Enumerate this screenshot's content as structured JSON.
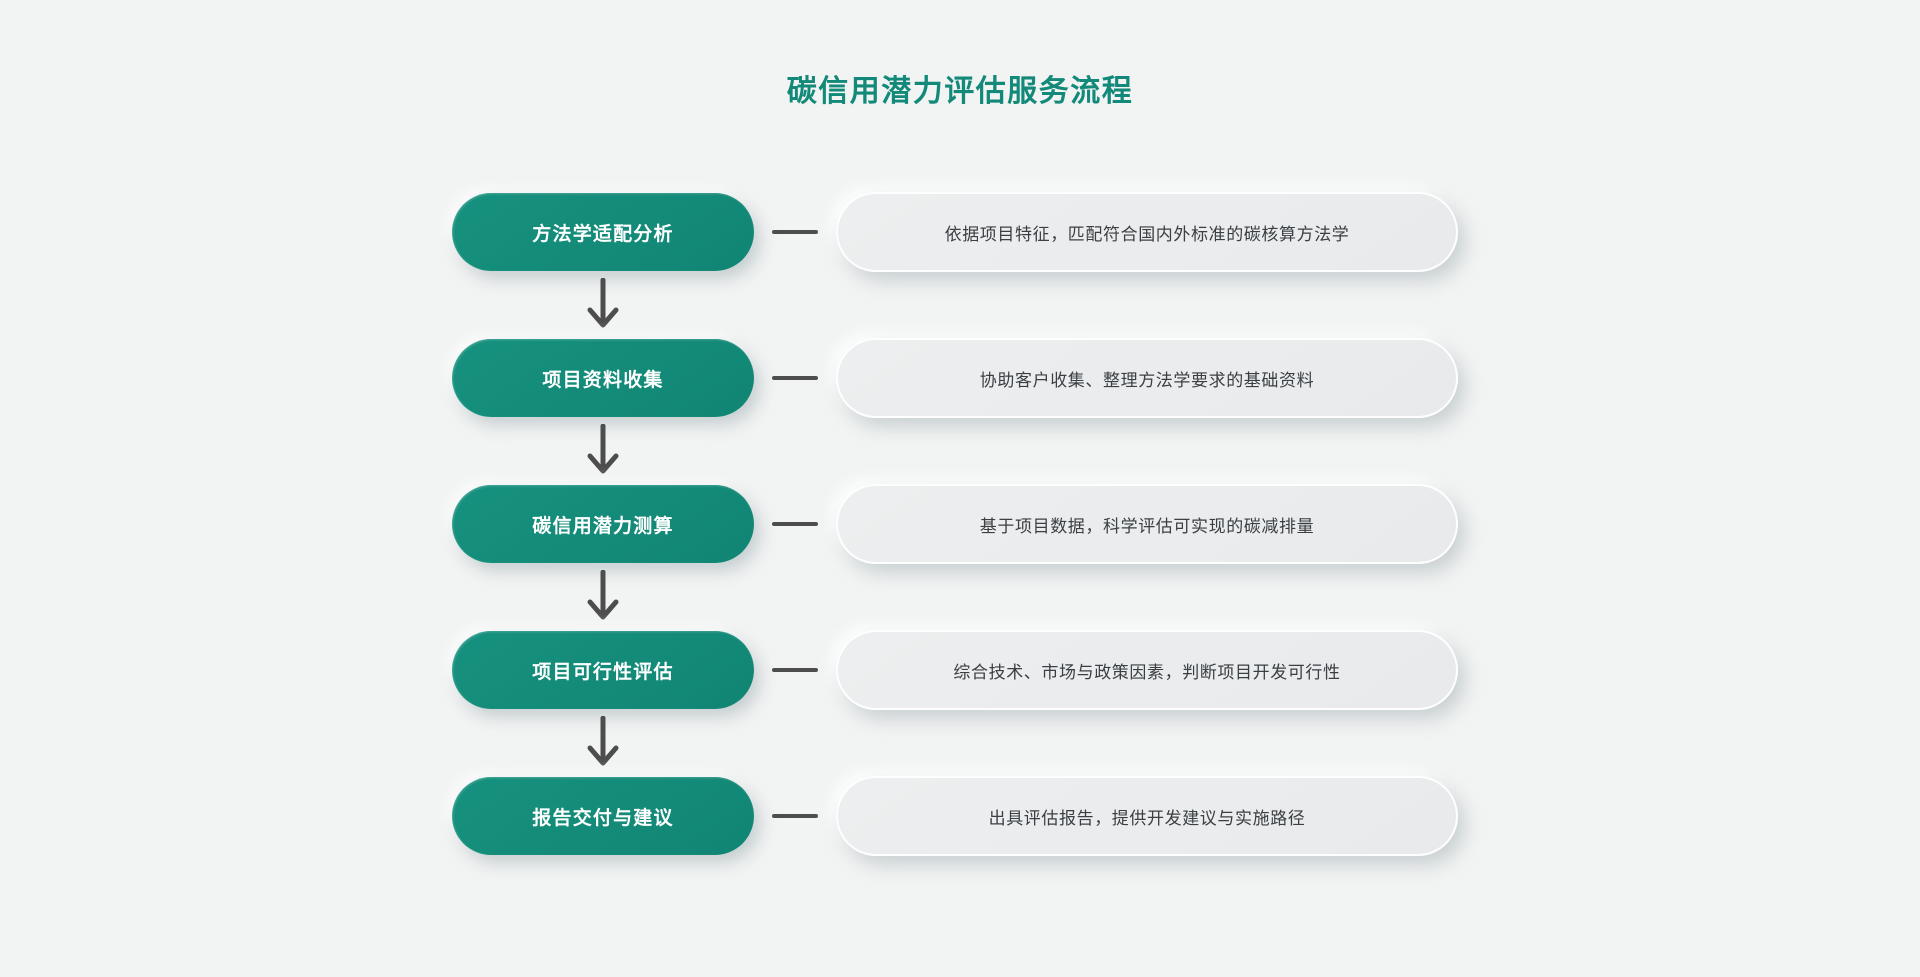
{
  "page": {
    "title": "碳信用潜力评估服务流程",
    "background_color": "#f2f3f3",
    "accent_color": "#138a79",
    "connector_color": "#4d4d4d",
    "card_text_color": "#3a3f43"
  },
  "flow": {
    "orientation": "vertical",
    "connector_icon": "down-arrow-icon",
    "link_icon": "horizontal-line-icon",
    "steps": [
      {
        "index": 1,
        "label": "方法学适配分析",
        "description": "依据项目特征，匹配符合国内外标准的碳核算方法学"
      },
      {
        "index": 2,
        "label": "项目资料收集",
        "description": "协助客户收集、整理方法学要求的基础资料"
      },
      {
        "index": 3,
        "label": "碳信用潜力测算",
        "description": "基于项目数据，科学评估可实现的碳减排量"
      },
      {
        "index": 4,
        "label": "项目可行性评估",
        "description": "综合技术、市场与政策因素，判断项目开发可行性"
      },
      {
        "index": 5,
        "label": "报告交付与建议",
        "description": "出具评估报告，提供开发建议与实施路径"
      }
    ]
  }
}
